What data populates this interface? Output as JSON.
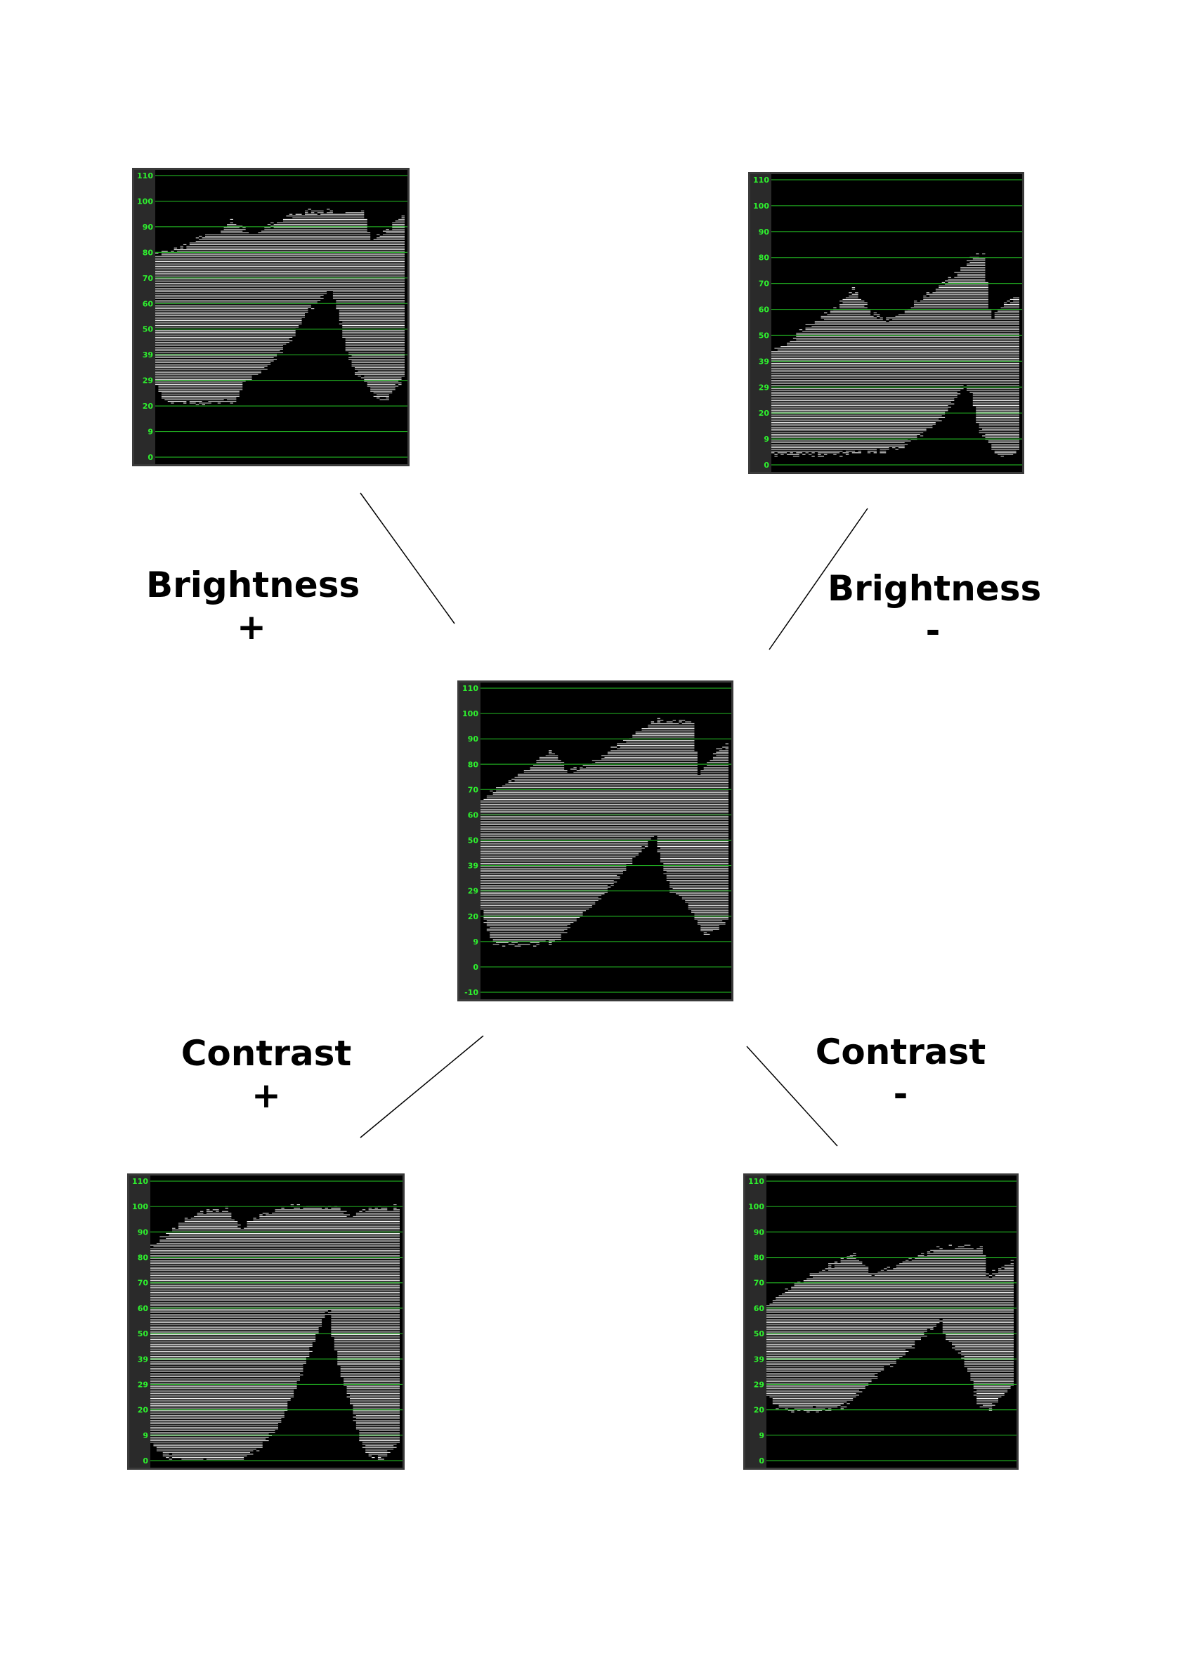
{
  "colors": {
    "scale_text": "#2ef02e",
    "gridline": "#1fa51f",
    "trace": "#ffffff",
    "background": "#000000",
    "frame": "#3a3a3a"
  },
  "scopes": [
    {
      "id": "brightness-plus",
      "ticks": [
        "110",
        "100",
        "90",
        "80",
        "70",
        "60",
        "50",
        "39",
        "29",
        "20",
        "9",
        "0"
      ],
      "y_range": [
        0,
        110
      ],
      "upper_edge": [
        [
          0,
          79
        ],
        [
          0.05,
          80
        ],
        [
          0.1,
          82
        ],
        [
          0.18,
          86
        ],
        [
          0.27,
          89
        ],
        [
          0.3,
          93
        ],
        [
          0.38,
          86
        ],
        [
          0.45,
          90
        ],
        [
          0.55,
          95
        ],
        [
          0.62,
          96
        ],
        [
          0.83,
          96
        ],
        [
          0.86,
          85
        ],
        [
          0.9,
          87
        ],
        [
          0.93,
          89
        ],
        [
          1,
          96
        ]
      ],
      "lower_edge": [
        [
          0,
          27
        ],
        [
          0.04,
          22
        ],
        [
          0.12,
          21
        ],
        [
          0.2,
          21
        ],
        [
          0.32,
          22
        ],
        [
          0.35,
          29
        ],
        [
          0.45,
          35
        ],
        [
          0.55,
          48
        ],
        [
          0.6,
          56
        ],
        [
          0.66,
          62
        ],
        [
          0.7,
          65
        ],
        [
          0.72,
          60
        ],
        [
          0.76,
          42
        ],
        [
          0.8,
          33
        ],
        [
          0.84,
          29
        ],
        [
          0.87,
          24
        ],
        [
          0.92,
          22
        ],
        [
          0.95,
          26
        ],
        [
          1,
          32
        ]
      ]
    },
    {
      "id": "brightness-minus",
      "ticks": [
        "110",
        "100",
        "90",
        "80",
        "70",
        "60",
        "50",
        "39",
        "29",
        "20",
        "9",
        "0"
      ],
      "y_range": [
        0,
        110
      ],
      "upper_edge": [
        [
          0,
          44
        ],
        [
          0.05,
          46
        ],
        [
          0.12,
          52
        ],
        [
          0.2,
          57
        ],
        [
          0.27,
          62
        ],
        [
          0.33,
          68
        ],
        [
          0.4,
          58
        ],
        [
          0.47,
          56
        ],
        [
          0.53,
          59
        ],
        [
          0.63,
          66
        ],
        [
          0.72,
          72
        ],
        [
          0.8,
          80
        ],
        [
          0.85,
          81
        ],
        [
          0.88,
          56
        ],
        [
          0.93,
          62
        ],
        [
          1,
          66
        ]
      ],
      "lower_edge": [
        [
          0,
          4
        ],
        [
          0.1,
          4
        ],
        [
          0.25,
          4
        ],
        [
          0.35,
          5
        ],
        [
          0.45,
          5
        ],
        [
          0.52,
          7
        ],
        [
          0.6,
          12
        ],
        [
          0.68,
          18
        ],
        [
          0.73,
          25
        ],
        [
          0.77,
          31
        ],
        [
          0.8,
          28
        ],
        [
          0.83,
          14
        ],
        [
          0.87,
          9
        ],
        [
          0.9,
          4
        ],
        [
          0.94,
          3
        ],
        [
          1,
          6
        ]
      ]
    },
    {
      "id": "original",
      "ticks": [
        "110",
        "100",
        "90",
        "80",
        "70",
        "60",
        "50",
        "39",
        "29",
        "20",
        "9",
        "0",
        "-10"
      ],
      "y_range": [
        -10,
        110
      ],
      "upper_edge": [
        [
          0,
          66
        ],
        [
          0.06,
          70
        ],
        [
          0.12,
          74
        ],
        [
          0.2,
          79
        ],
        [
          0.28,
          86
        ],
        [
          0.35,
          77
        ],
        [
          0.42,
          79
        ],
        [
          0.5,
          84
        ],
        [
          0.6,
          91
        ],
        [
          0.7,
          97
        ],
        [
          0.85,
          97
        ],
        [
          0.87,
          76
        ],
        [
          0.91,
          80
        ],
        [
          0.95,
          86
        ],
        [
          1,
          88
        ]
      ],
      "lower_edge": [
        [
          0,
          22
        ],
        [
          0.04,
          10
        ],
        [
          0.1,
          9
        ],
        [
          0.2,
          9
        ],
        [
          0.3,
          10
        ],
        [
          0.37,
          18
        ],
        [
          0.45,
          25
        ],
        [
          0.53,
          33
        ],
        [
          0.6,
          41
        ],
        [
          0.66,
          48
        ],
        [
          0.7,
          52
        ],
        [
          0.72,
          43
        ],
        [
          0.76,
          30
        ],
        [
          0.82,
          26
        ],
        [
          0.86,
          18
        ],
        [
          0.9,
          12
        ],
        [
          0.95,
          15
        ],
        [
          1,
          20
        ]
      ]
    },
    {
      "id": "contrast-plus",
      "ticks": [
        "110",
        "100",
        "90",
        "80",
        "70",
        "60",
        "50",
        "39",
        "29",
        "20",
        "9",
        "0"
      ],
      "y_range": [
        0,
        110
      ],
      "upper_edge": [
        [
          0,
          84
        ],
        [
          0.05,
          88
        ],
        [
          0.12,
          94
        ],
        [
          0.2,
          98
        ],
        [
          0.3,
          99
        ],
        [
          0.36,
          91
        ],
        [
          0.42,
          96
        ],
        [
          0.55,
          100
        ],
        [
          0.75,
          100
        ],
        [
          0.8,
          96
        ],
        [
          0.86,
          99
        ],
        [
          1,
          100
        ]
      ],
      "lower_edge": [
        [
          0,
          6
        ],
        [
          0.05,
          2
        ],
        [
          0.15,
          0
        ],
        [
          0.35,
          0
        ],
        [
          0.42,
          4
        ],
        [
          0.5,
          12
        ],
        [
          0.57,
          27
        ],
        [
          0.63,
          42
        ],
        [
          0.68,
          54
        ],
        [
          0.71,
          60
        ],
        [
          0.73,
          46
        ],
        [
          0.77,
          30
        ],
        [
          0.8,
          22
        ],
        [
          0.83,
          10
        ],
        [
          0.87,
          2
        ],
        [
          0.93,
          1
        ],
        [
          1,
          7
        ]
      ]
    },
    {
      "id": "contrast-minus",
      "ticks": [
        "110",
        "100",
        "90",
        "80",
        "70",
        "60",
        "50",
        "39",
        "29",
        "20",
        "9",
        "0"
      ],
      "y_range": [
        0,
        110
      ],
      "upper_edge": [
        [
          0,
          62
        ],
        [
          0.06,
          66
        ],
        [
          0.12,
          70
        ],
        [
          0.2,
          74
        ],
        [
          0.28,
          78
        ],
        [
          0.35,
          81
        ],
        [
          0.42,
          73
        ],
        [
          0.5,
          76
        ],
        [
          0.6,
          80
        ],
        [
          0.7,
          84
        ],
        [
          0.87,
          84
        ],
        [
          0.89,
          72
        ],
        [
          0.93,
          75
        ],
        [
          1,
          79
        ]
      ],
      "lower_edge": [
        [
          0,
          26
        ],
        [
          0.04,
          21
        ],
        [
          0.12,
          20
        ],
        [
          0.25,
          20
        ],
        [
          0.32,
          22
        ],
        [
          0.38,
          28
        ],
        [
          0.46,
          35
        ],
        [
          0.55,
          42
        ],
        [
          0.62,
          48
        ],
        [
          0.67,
          53
        ],
        [
          0.7,
          55
        ],
        [
          0.72,
          48
        ],
        [
          0.78,
          42
        ],
        [
          0.82,
          33
        ],
        [
          0.85,
          22
        ],
        [
          0.9,
          20
        ],
        [
          0.95,
          26
        ],
        [
          1,
          30
        ]
      ]
    }
  ],
  "labels": [
    {
      "id": "brightness-plus-label",
      "word": "Brightness",
      "sign": "+"
    },
    {
      "id": "brightness-minus-label",
      "word": "Brightness",
      "sign": "-"
    },
    {
      "id": "contrast-plus-label",
      "word": "Contrast",
      "sign": "+"
    },
    {
      "id": "contrast-minus-label",
      "word": "Contrast",
      "sign": "-"
    }
  ]
}
